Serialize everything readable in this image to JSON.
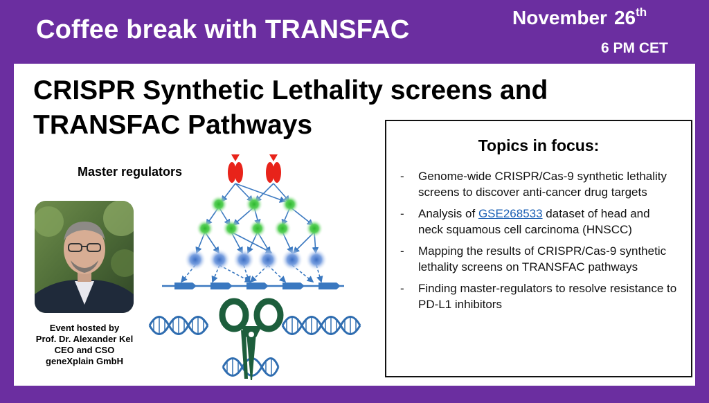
{
  "header": {
    "event_title": "Coffee break with TRANSFAC",
    "date_month": "November",
    "date_day": "26",
    "date_suffix": "th",
    "time": "6 PM CET"
  },
  "talk": {
    "title_line1": "CRISPR Synthetic Lethality screens and",
    "title_line2": "TRANSFAC Pathways"
  },
  "figure": {
    "label": "Master regulators",
    "icons": [
      "receptor-icon",
      "signaling-node-icon",
      "gene-track-icon",
      "scissors-icon",
      "dna-helix-icon"
    ],
    "colors": {
      "receptor": "#e8231a",
      "green_node": "#2eb82e",
      "blue_node": "#3d6fc4",
      "arrow": "#3a78c0",
      "scissors": "#1d5e3c",
      "dna": "#2f6db0"
    }
  },
  "host": {
    "line1": "Event hosted by",
    "line2": "Prof. Dr. Alexander Kel",
    "line3": "CEO and CSO",
    "line4": "geneXplain GmbH"
  },
  "topics": {
    "heading": "Topics in focus:",
    "bullet": "-",
    "items": [
      {
        "text": "Genome-wide CRISPR/Cas-9 synthetic lethality screens to discover anti-cancer drug targets"
      },
      {
        "pre": "Analysis of ",
        "link": "GSE268533",
        "post": " dataset of head and neck squamous cell carcinoma (HNSCC)"
      },
      {
        "text": "Mapping the results of CRISPR/Cas-9 synthetic lethality screens on TRANSFAC pathways"
      },
      {
        "text": "Finding master-regulators to resolve resistance to PD-L1 inhibitors"
      }
    ]
  },
  "theme": {
    "frame_color": "#6b2ea0",
    "link_color": "#1a5fb4"
  }
}
